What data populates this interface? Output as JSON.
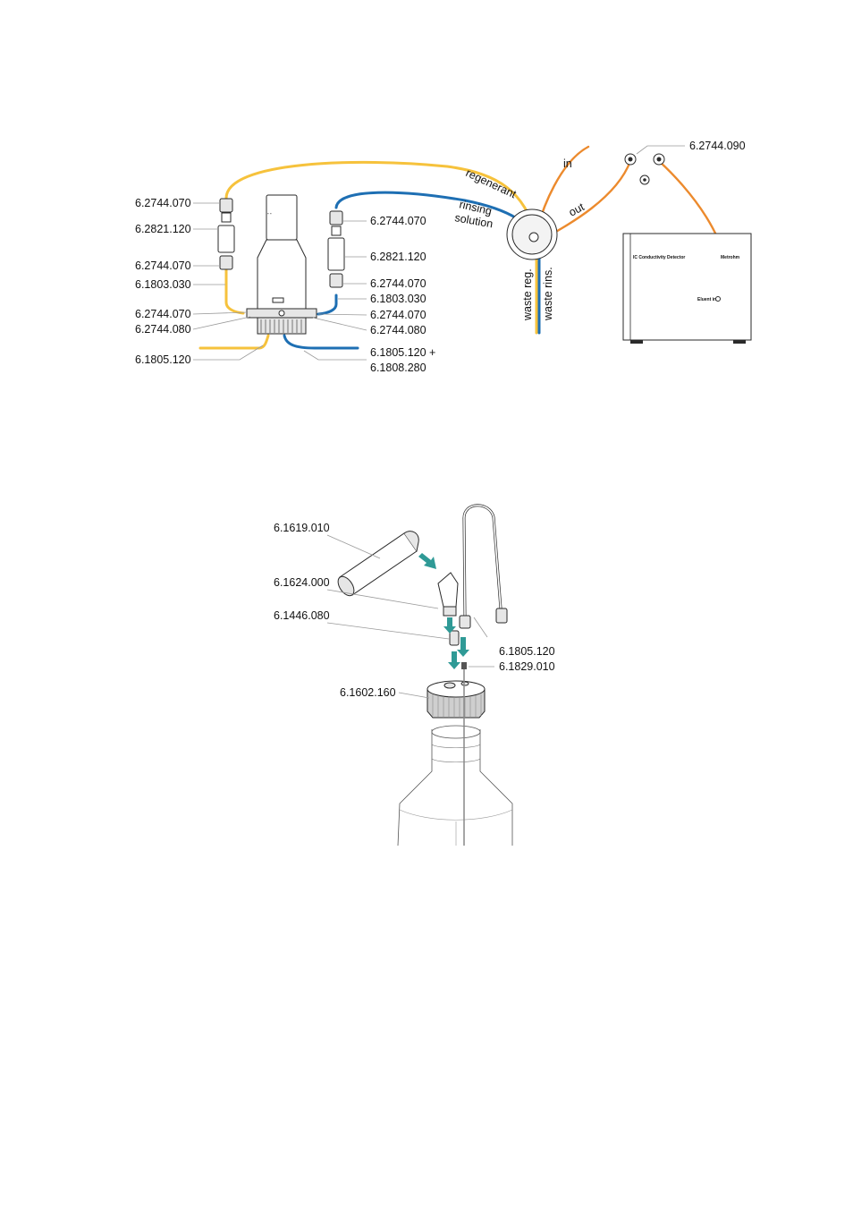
{
  "colors": {
    "regenerant_tube": "#f6c23c",
    "rinsing_tube": "#1e6fb3",
    "eluent_tube": "#ec8a2d",
    "arrow": "#2f9a96"
  },
  "diagram1": {
    "left_labels": [
      "6.2744.070",
      "6.2821.120",
      "6.2744.070",
      "6.1803.030",
      "6.2744.070",
      "6.2744.080",
      "6.1805.120"
    ],
    "right_labels": [
      "6.2744.070",
      "6.2821.120",
      "6.2744.070",
      "6.1803.030",
      "6.2744.070",
      "6.2744.080",
      "6.1805.120 +",
      "6.1808.280"
    ],
    "tube_labels": {
      "regenerant": "regenerant",
      "rinsing": "rinsing",
      "solution": "solution",
      "in": "in",
      "out": "out",
      "waste_reg": "waste reg.",
      "waste_rins": "waste rins."
    },
    "detector_label": "6.2744.090",
    "detector_panel": {
      "title": "IC Conductivity Detector",
      "brand": "Metrohm",
      "port": "Eluent in"
    }
  },
  "diagram2": {
    "labels": [
      "6.1619.010",
      "6.1624.000",
      "6.1446.080",
      "6.1805.120",
      "6.1829.010",
      "6.1602.160"
    ]
  }
}
